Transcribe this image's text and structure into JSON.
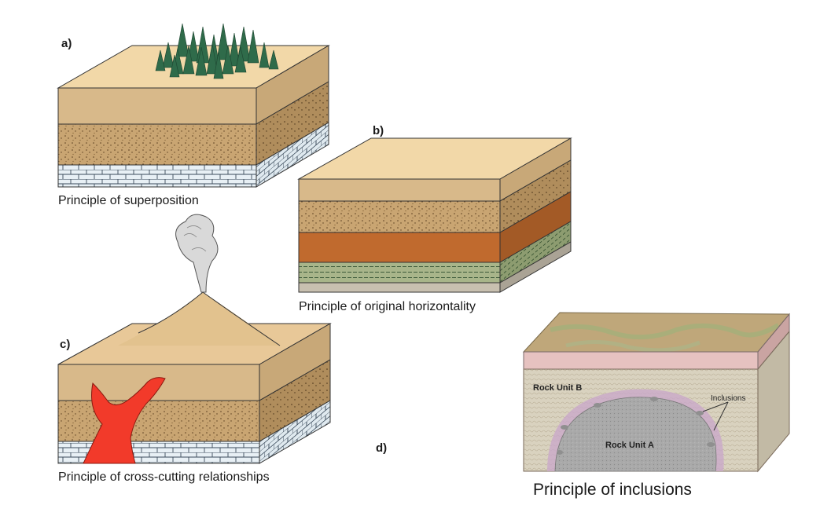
{
  "panels": [
    {
      "letter": "a)",
      "caption": "Principle of superposition"
    },
    {
      "letter": "b)",
      "caption": "Principle of original horizontality"
    },
    {
      "letter": "c)",
      "caption": "Principle of cross-cutting relationships"
    },
    {
      "letter": "d)",
      "caption": "Principle of inclusions"
    }
  ],
  "inclusions_block": {
    "rock_unit_b": "Rock Unit B",
    "rock_unit_a": "Rock Unit A",
    "inclusions": "Inclusions"
  },
  "colors": {
    "sandstone_top": "#f2d8a8",
    "tan_layer": "#d8b98a",
    "speckled_layer": "#c9a572",
    "orange_layer": "#c06a2e",
    "green_shale": "#a8b58a",
    "limestone": "#e8f0f5",
    "intrusion": "#f23a2a",
    "tree": "#2f6b4a"
  }
}
